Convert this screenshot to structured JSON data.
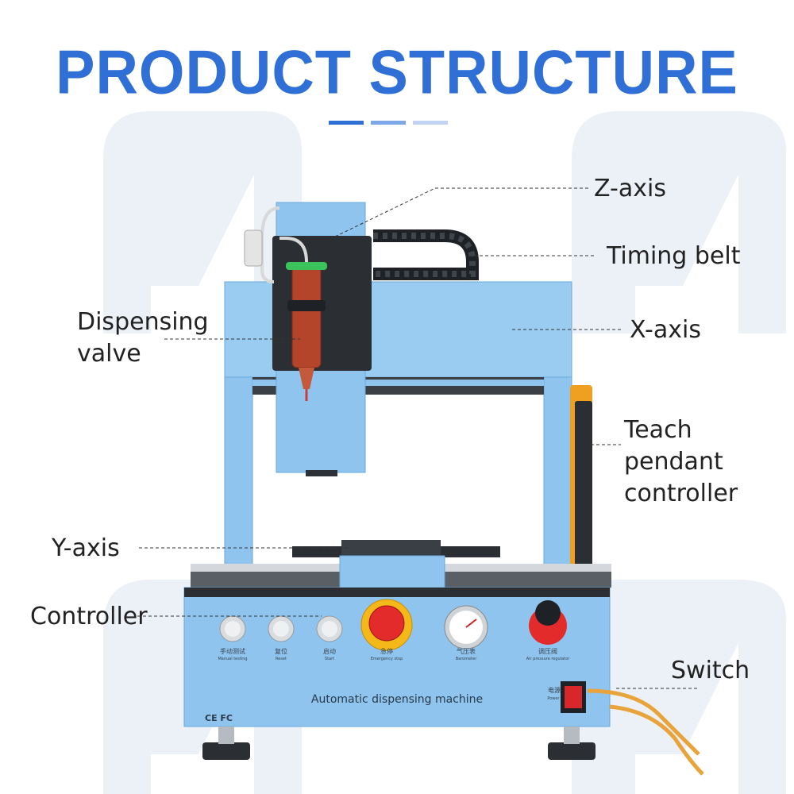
{
  "header": {
    "title": "PRODUCT STRUCTURE"
  },
  "callouts": {
    "z_axis": "Z-axis",
    "timing_belt": "Timing belt",
    "x_axis": "X-axis",
    "dispensing_valve": "Dispensing\nvalve",
    "teach_pendant": "Teach pendant\ncontroller",
    "y_axis": "Y-axis",
    "controller": "Controller",
    "switch": "Switch"
  },
  "panel": {
    "manual_cn": "手动测试",
    "manual_en": "Manual testing",
    "reset_cn": "复位",
    "reset_en": "Reset",
    "start_cn": "启动",
    "start_en": "Start",
    "estop_cn": "急停",
    "estop_en": "Emergency stop",
    "baro_cn": "气压表",
    "baro_en": "Barometer",
    "air_cn": "调压阀",
    "air_en": "Air pressure regulator",
    "machine_name": "Automatic dispensing machine",
    "power_cn": "电源开关",
    "power_en": "Power Switch",
    "certs": "CE FC"
  },
  "colors": {
    "title_blue": "#2f6fd6",
    "machine_blue": "#8ec4ee",
    "machine_blue_dark": "#5ea2d8",
    "estop_red": "#e32b2b",
    "estop_yellow": "#f4b819",
    "switch_red": "#d8262b",
    "cable_orange": "#e8a33a"
  },
  "icons": [
    "watermark-logo",
    "emergency-stop-button",
    "pressure-gauge",
    "power-switch"
  ]
}
